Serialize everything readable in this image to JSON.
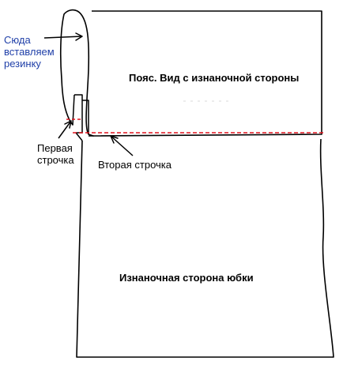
{
  "labels": {
    "elastic_insert": [
      "Сюда",
      "вставляем",
      "резинку"
    ],
    "first_stitch": [
      "Первая",
      "строчка"
    ],
    "second_stitch": "Вторая строчка",
    "waistband": "Пояс. Вид с изнаночной стороны",
    "skirt": "Изнаночная сторона юбки"
  },
  "colors": {
    "outline": "#000000",
    "stitch_line": "#e0141e",
    "elastic_label": "#1f3fa8",
    "background": "#ffffff"
  }
}
